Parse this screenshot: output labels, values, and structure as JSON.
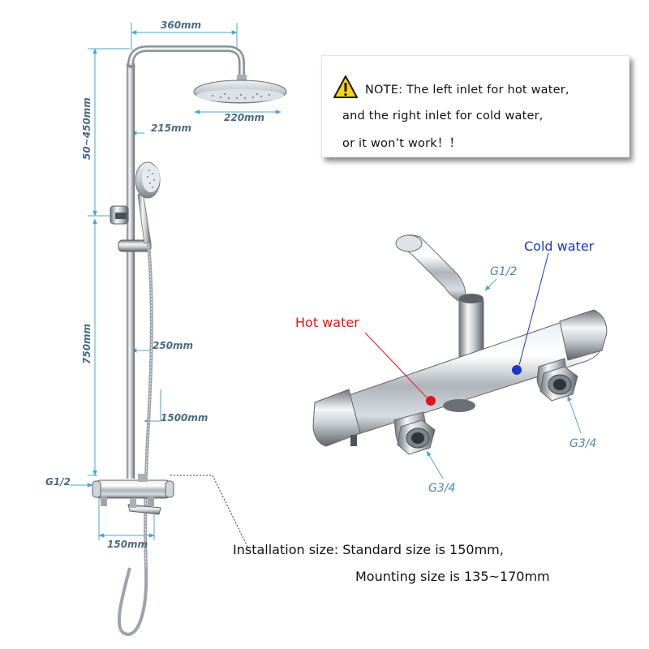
{
  "dimensions": {
    "top_width": "360mm",
    "head_diameter": "220mm",
    "arm_reach": "215mm",
    "height_adjust": "50~450mm",
    "rail_height": "750mm",
    "handheld_offset": "250mm",
    "hose_length": "1500mm",
    "inlet_thread": "G1/2",
    "inlet_spacing": "150mm"
  },
  "note": {
    "line1": "NOTE: The left inlet for hot water,",
    "line2": "and the right inlet for cold water,",
    "line3": "or it won’t work！！",
    "icon": "warning-icon"
  },
  "valve_detail": {
    "cold_label": "Cold water",
    "hot_label": "Hot water",
    "top_thread": "G1/2",
    "left_thread": "G3/4",
    "right_thread": "G3/4",
    "hot_color": "#e0141c",
    "cold_color": "#1a36c8"
  },
  "installation": {
    "line1": "Installation size: Standard size is 150mm,",
    "line2": "Mounting size is 135~170mm"
  },
  "colors": {
    "dimension_lines": "#4aa6d6",
    "chrome": "#b8bec4"
  }
}
